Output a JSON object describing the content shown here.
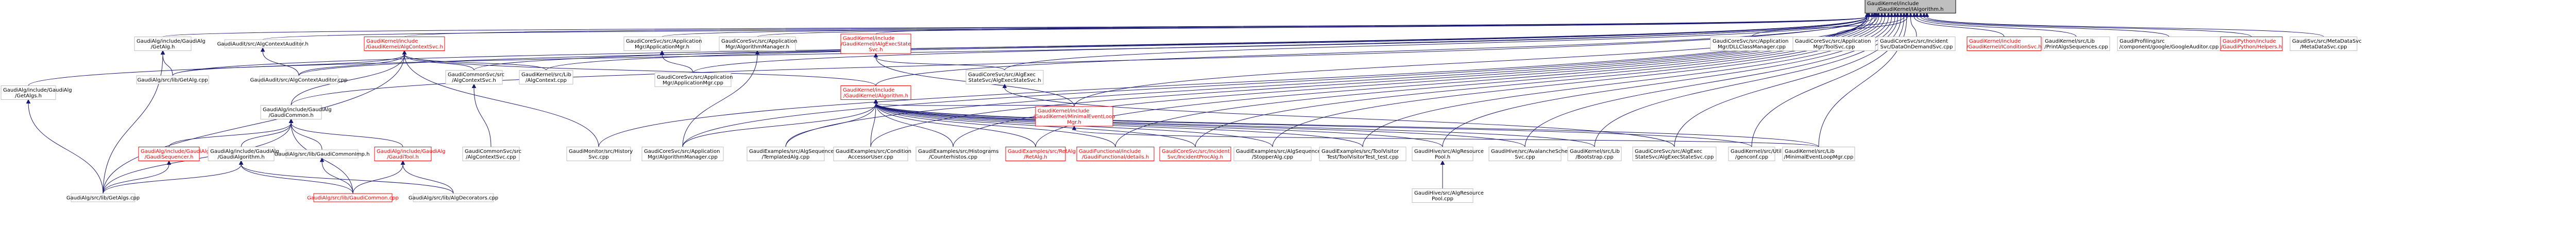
{
  "graph": {
    "nodes": [
      {
        "id": "root",
        "lines": [
          "GaudiKernel/include",
          "/GaudiKernel/IAlgorithm.h"
        ],
        "style": "root"
      },
      {
        "id": "n1",
        "lines": [
          "GaudiAlg/include/GaudiAlg",
          "/GetAlgs.h"
        ],
        "style": "normal"
      },
      {
        "id": "n2",
        "lines": [
          "GaudiAlg/include/GaudiAlg",
          "/GetAlg.h"
        ],
        "style": "normal"
      },
      {
        "id": "n3",
        "lines": [
          "GaudiAlg/src/lib/GetAlg.cpp"
        ],
        "style": "normal"
      },
      {
        "id": "n4",
        "lines": [
          "GaudiAudit/src/AlgContextAuditor.h"
        ],
        "style": "normal"
      },
      {
        "id": "n5",
        "lines": [
          "GaudiAudit/src/AlgContextAuditor.cpp"
        ],
        "style": "normal"
      },
      {
        "id": "n6",
        "lines": [
          "GaudiKernel/include",
          "/GaudiKernel/AlgContextSvc.h"
        ],
        "style": "red"
      },
      {
        "id": "n7",
        "lines": [
          "GaudiAlg/include/GaudiAlg",
          "/GaudiCommon.h"
        ],
        "style": "normal"
      },
      {
        "id": "n8",
        "lines": [
          "GaudiAlg/include/GaudiAlg",
          "/GaudiSequencer.h"
        ],
        "style": "red"
      },
      {
        "id": "n9",
        "lines": [
          "GaudiAlg/include/GaudiAlg",
          "/GaudiAlgorithm.h"
        ],
        "style": "normal"
      },
      {
        "id": "n10",
        "lines": [
          "GaudiAlg/src/lib/GaudiCommon.cpp"
        ],
        "style": "red"
      },
      {
        "id": "n11",
        "lines": [
          "GaudiAlg/src/lib/GaudiCommonImp.h"
        ],
        "style": "normal"
      },
      {
        "id": "n12",
        "lines": [
          "GaudiAlg/include/GaudiAlg",
          "/GaudiTool.h"
        ],
        "style": "red"
      },
      {
        "id": "n13",
        "lines": [
          "GaudiAlg/src/lib/GetAlgs.cpp"
        ],
        "style": "normal"
      },
      {
        "id": "n14",
        "lines": [
          "GaudiAlg/src/lib/AlgDecorators.cpp"
        ],
        "style": "normal"
      },
      {
        "id": "n15",
        "lines": [
          "GaudiCommonSvc/src",
          "/AlgContextSvc.h"
        ],
        "style": "normal"
      },
      {
        "id": "n16",
        "lines": [
          "GaudiCommonSvc/src",
          "/AlgContextSvc.cpp"
        ],
        "style": "normal"
      },
      {
        "id": "n17",
        "lines": [
          "GaudiKernel/src/Lib",
          "/AlgContext.cpp"
        ],
        "style": "normal"
      },
      {
        "id": "n18",
        "lines": [
          "GaudiMonitor/src/History",
          "Svc.cpp"
        ],
        "style": "normal"
      },
      {
        "id": "n19",
        "lines": [
          "GaudiCoreSvc/src/Application",
          "Mgr/ApplicationMgr.h"
        ],
        "style": "normal"
      },
      {
        "id": "n20",
        "lines": [
          "GaudiCoreSvc/src/Application",
          "Mgr/AlgorithmManager.h"
        ],
        "style": "normal"
      },
      {
        "id": "n21",
        "lines": [
          "GaudiCoreSvc/src/Application",
          "Mgr/ApplicationMgr.cpp"
        ],
        "style": "normal"
      },
      {
        "id": "n22",
        "lines": [
          "GaudiCoreSvc/src/Application",
          "Mgr/AlgorithmManager.cpp"
        ],
        "style": "normal"
      },
      {
        "id": "n23",
        "lines": [
          "GaudiKernel/include",
          "/GaudiKernel/IAlgExecState",
          "Svc.h"
        ],
        "style": "red"
      },
      {
        "id": "n24",
        "lines": [
          "GaudiKernel/include",
          "/GaudiKernel/Algorithm.h"
        ],
        "style": "red"
      },
      {
        "id": "n25",
        "lines": [
          "GaudiCoreSvc/src/AlgExec",
          "StateSvc/AlgExecStateSvc.h"
        ],
        "style": "normal"
      },
      {
        "id": "n26",
        "lines": [
          "GaudiKernel/include",
          "/GaudiKernel/MinimalEventLoop",
          "Mgr.h"
        ],
        "style": "red"
      },
      {
        "id": "n27",
        "lines": [
          "GaudiExamples/src/AlgSequencer",
          "/TemplatedAlg.cpp"
        ],
        "style": "normal"
      },
      {
        "id": "n28",
        "lines": [
          "GaudiExamples/src/Condition",
          "AccessorUser.cpp"
        ],
        "style": "normal"
      },
      {
        "id": "n29",
        "lines": [
          "GaudiExamples/src/Histograms",
          "/Counterhistos.cpp"
        ],
        "style": "normal"
      },
      {
        "id": "n30",
        "lines": [
          "GaudiExamples/src/RetAlg",
          "/RetAlg.h"
        ],
        "style": "red"
      },
      {
        "id": "n31",
        "lines": [
          "GaudiFunctional/include",
          "/GaudiFunctional/details.h"
        ],
        "style": "red"
      },
      {
        "id": "n32",
        "lines": [
          "GaudiCoreSvc/src/Incident",
          "Svc/IncidentProcAlg.h"
        ],
        "style": "red"
      },
      {
        "id": "n33",
        "lines": [
          "GaudiExamples/src/AlgSequencer",
          "/StopperAlg.cpp"
        ],
        "style": "normal"
      },
      {
        "id": "n34",
        "lines": [
          "GaudiExamples/src/ToolVisitor",
          "Test/ToolVisitorTest_test.cpp"
        ],
        "style": "normal"
      },
      {
        "id": "n35",
        "lines": [
          "GaudiHive/src/AlgResource",
          "Pool.h"
        ],
        "style": "normal"
      },
      {
        "id": "n36",
        "lines": [
          "GaudiHive/src/AvalancheScheduler",
          "Svc.cpp"
        ],
        "style": "normal"
      },
      {
        "id": "n37",
        "lines": [
          "GaudiKernel/src/Lib",
          "/Bootstrap.cpp"
        ],
        "style": "normal"
      },
      {
        "id": "n38",
        "lines": [
          "GaudiCoreSvc/src/AlgExec",
          "StateSvc/AlgExecStateSvc.cpp"
        ],
        "style": "normal"
      },
      {
        "id": "n39",
        "lines": [
          "GaudiKernel/src/Util",
          "/genconf.cpp"
        ],
        "style": "normal"
      },
      {
        "id": "n40",
        "lines": [
          "GaudiKernel/src/Lib",
          "/MinimalEventLoopMgr.cpp"
        ],
        "style": "normal"
      },
      {
        "id": "n41",
        "lines": [
          "GaudiHive/src/AlgResource",
          "Pool.cpp"
        ],
        "style": "normal"
      },
      {
        "id": "n42",
        "lines": [
          "GaudiCoreSvc/src/Application",
          "Mgr/DLLClassManager.cpp"
        ],
        "style": "normal"
      },
      {
        "id": "n43",
        "lines": [
          "GaudiCoreSvc/src/Application",
          "Mgr/ToolSvc.cpp"
        ],
        "style": "normal"
      },
      {
        "id": "n44",
        "lines": [
          "GaudiCoreSvc/src/Incident",
          "Svc/DataOnDemandSvc.cpp"
        ],
        "style": "normal"
      },
      {
        "id": "n45",
        "lines": [
          "GaudiKernel/include",
          "/GaudiKernel/IConditionSvc.h"
        ],
        "style": "red"
      },
      {
        "id": "n46",
        "lines": [
          "GaudiKernel/src/Lib",
          "/PrintAlgsSequences.cpp"
        ],
        "style": "normal"
      },
      {
        "id": "n47",
        "lines": [
          "GaudiProfiling/src",
          "/component/google/GoogleAuditor.cpp"
        ],
        "style": "normal"
      },
      {
        "id": "n48",
        "lines": [
          "GaudiPython/include",
          "/GaudiPython/Helpers.h"
        ],
        "style": "red"
      },
      {
        "id": "n49",
        "lines": [
          "GaudiSvc/src/MetaDataSvc",
          "/MetaDataSvc.cpp"
        ],
        "style": "normal"
      }
    ]
  }
}
